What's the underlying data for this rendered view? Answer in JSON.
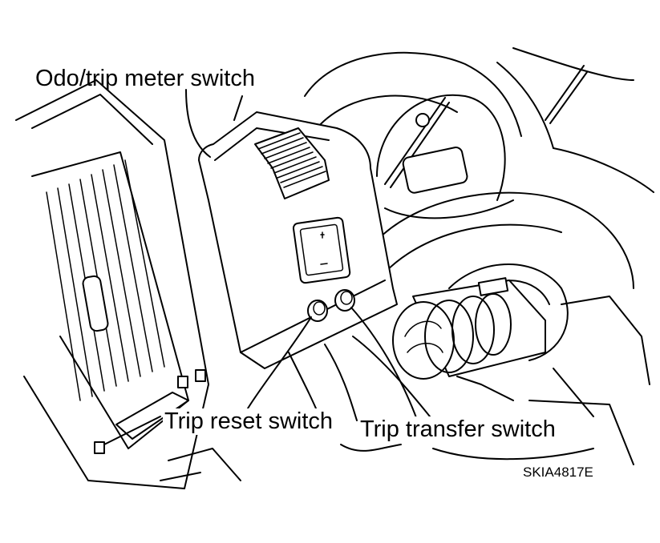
{
  "labels": {
    "odo_trip_meter_switch": "Odo/trip meter switch",
    "trip_reset_switch": "Trip reset switch",
    "trip_transfer_switch": "Trip transfer switch",
    "figure_code": "SKIA4817E"
  },
  "colors": {
    "line": "#000000",
    "background": "#ffffff"
  }
}
